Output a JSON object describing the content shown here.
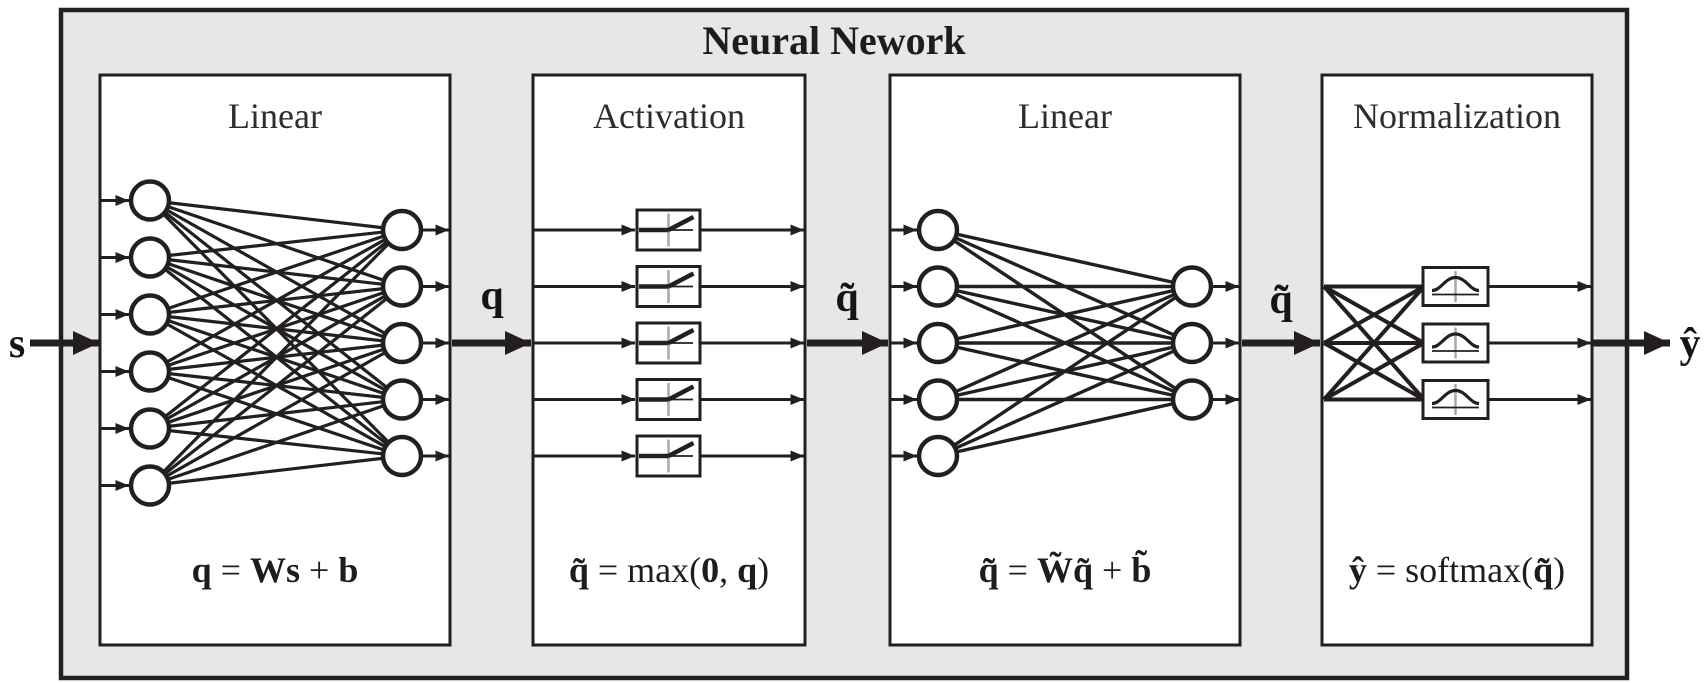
{
  "diagram": {
    "title": "Neural Nework",
    "flow_labels": {
      "input": "s",
      "after_linear1": "q",
      "after_activation": "q̃",
      "after_linear2": "q̃̃",
      "output": "ŷ"
    },
    "blocks": [
      {
        "id": "linear1",
        "title": "Linear",
        "formula_parts": [
          "q",
          " = ",
          "Ws",
          " + ",
          "b"
        ],
        "layers": {
          "inputs": 6,
          "outputs": 5
        }
      },
      {
        "id": "activation",
        "title": "Activation",
        "formula_parts": [
          "q̃",
          " = max(",
          "0",
          ", ",
          "q",
          ")"
        ],
        "units": 5,
        "unit_icon": "relu-icon"
      },
      {
        "id": "linear2",
        "title": "Linear",
        "formula_parts": [
          "q̃̃",
          " = ",
          "W̃q̃",
          " + ",
          "b̃"
        ],
        "layers": {
          "inputs": 5,
          "outputs": 3
        }
      },
      {
        "id": "normalization",
        "title": "Normalization",
        "formula_parts": [
          "ŷ",
          " = softmax(",
          "q̃̃",
          ")"
        ],
        "units": 3,
        "unit_icon": "gaussian-icon"
      }
    ],
    "colors": {
      "panel": "#e7e7e9",
      "stroke": "#231f20",
      "axis_gray": "#a9a9ab",
      "block_fill": "#ffffff"
    }
  }
}
